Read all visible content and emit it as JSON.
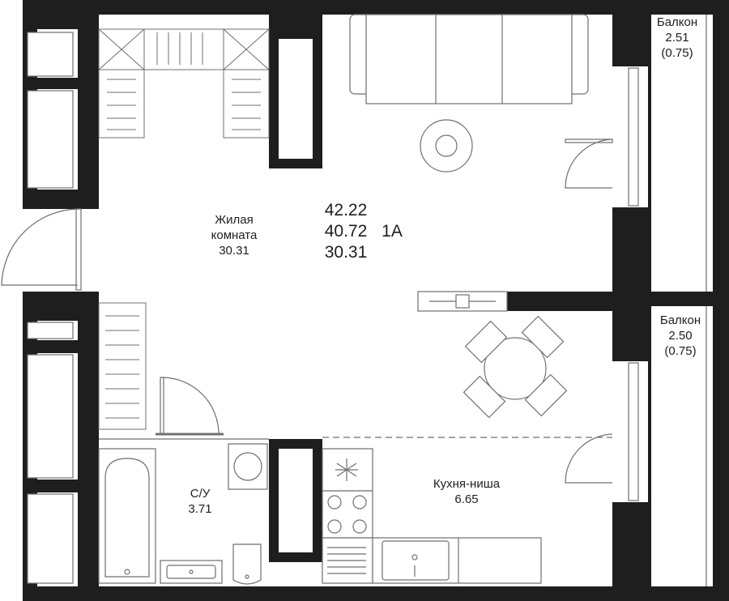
{
  "apartment": {
    "total_area": "42.22",
    "area_without_balcony": "40.72",
    "living_area": "30.31",
    "code": "1A"
  },
  "rooms": {
    "living": {
      "name_line1": "Жилая",
      "name_line2": "комната",
      "area": "30.31"
    },
    "bathroom": {
      "name": "С/У",
      "area": "3.71"
    },
    "kitchen": {
      "name": "Кухня-ниша",
      "area": "6.65"
    },
    "balcony_top": {
      "name": "Балкон",
      "area": "2.51",
      "reduced_area": "(0.75)"
    },
    "balcony_bottom": {
      "name": "Балкон",
      "area": "2.50",
      "reduced_area": "(0.75)"
    }
  },
  "furniture_icons": [
    "sofa-icon",
    "rug-icon",
    "wardrobe-icon",
    "dining-table-icon",
    "bathtub-icon",
    "sink-icon",
    "toilet-icon",
    "washing-machine-icon",
    "stove-icon",
    "kitchen-sink-icon",
    "tv-stand-icon"
  ],
  "colors": {
    "wall": "#1e1e1e",
    "line": "#6f6f6f",
    "background": "#ffffff"
  }
}
